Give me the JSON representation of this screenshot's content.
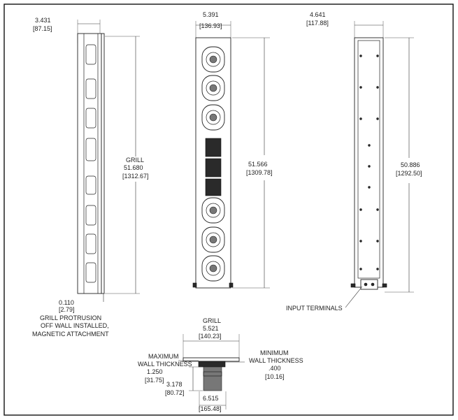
{
  "side_view": {
    "depth_in": "3.431",
    "depth_mm": "[87.15]",
    "grill_label": "GRILL",
    "grill_height_in": "51.680",
    "grill_height_mm": "[1312.67]",
    "protrusion_in": "0.110",
    "protrusion_mm": "[2.79]",
    "protrusion_note_1": "GRILL PROTRUSION",
    "protrusion_note_2": "OFF WALL INSTALLED,",
    "protrusion_note_3": "MAGNETIC ATTACHMENT"
  },
  "front_view": {
    "width_in": "5.391",
    "width_mm": "[136.93]",
    "height_in": "51.566",
    "height_mm": "[1309.78]"
  },
  "back_view": {
    "width_in": "4.641",
    "width_mm": "[117.88]",
    "height_in": "50.886",
    "height_mm": "[1292.50]",
    "terminals_label": "INPUT TERMINALS"
  },
  "top_view": {
    "grill_label": "GRILL",
    "grill_width_in": "5.521",
    "grill_width_mm": "[140.23]",
    "max_wall_1": "MAXIMUM",
    "max_wall_2": "WALL THICKNESS",
    "max_wall_in": "1.250",
    "max_wall_mm": "[31.75]",
    "min_wall_1": "MINIMUM",
    "min_wall_2": "WALL THICKNESS",
    "min_wall_in": ".400",
    "min_wall_mm": "[10.16]",
    "depth_in": "3.178",
    "depth_mm": "[80.72]",
    "cutout_width_in": "6.515",
    "cutout_width_mm": "[165.48]"
  },
  "colors": {
    "line": "#222222",
    "fill_dark": "#2a2a2a"
  }
}
